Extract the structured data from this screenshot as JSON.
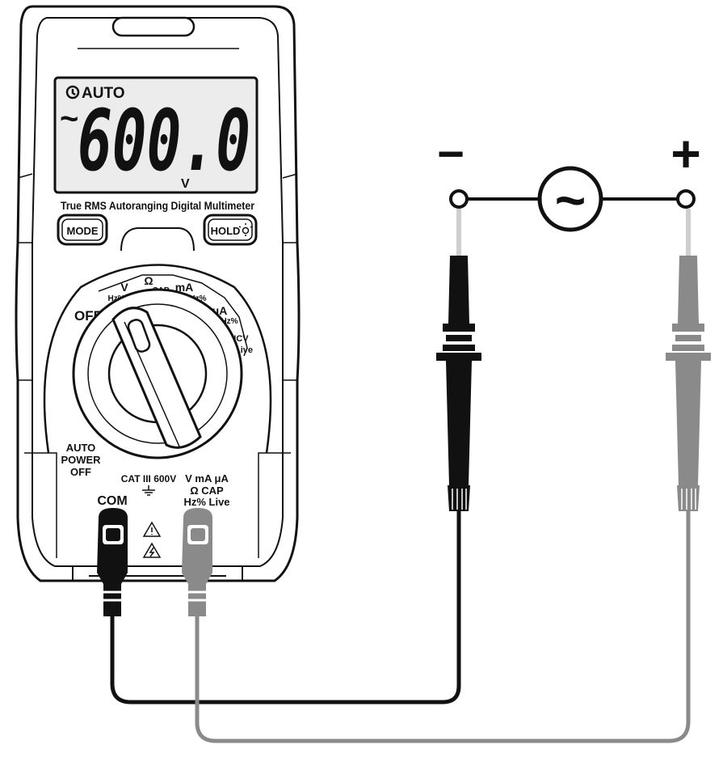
{
  "meter": {
    "lcd": {
      "auto_label": "AUTO",
      "ac_symbol": "~",
      "reading": "600.0",
      "unit": "V"
    },
    "title": "True RMS Autoranging Digital Multimeter",
    "buttons": {
      "mode": "MODE",
      "hold": "HOLD"
    },
    "dial": {
      "off_label": "OFF",
      "positions": [
        {
          "main": "V",
          "sub": "Hz%"
        },
        {
          "main": "Ω",
          "sub": "CAP"
        },
        {
          "main": "mA",
          "sub": "Hz%"
        },
        {
          "main": "μA",
          "sub": "Hz%"
        },
        {
          "main": "NCV",
          "sub": "Live"
        }
      ]
    },
    "auto_power_off": [
      "AUTO",
      "POWER",
      "OFF"
    ],
    "cat_rating": "CAT III 600V",
    "jacks": {
      "com_label": "COM",
      "input_label_lines": [
        "V mA μA",
        "Ω CAP",
        "Hz% Live"
      ]
    }
  },
  "circuit": {
    "negative_symbol": "−",
    "positive_symbol": "+",
    "source_symbol": "~"
  },
  "colors": {
    "black_lead": "#111111",
    "red_lead": "#8a8a8a",
    "lcd_bg": "#ececec",
    "body_fill": "#ffffff"
  }
}
